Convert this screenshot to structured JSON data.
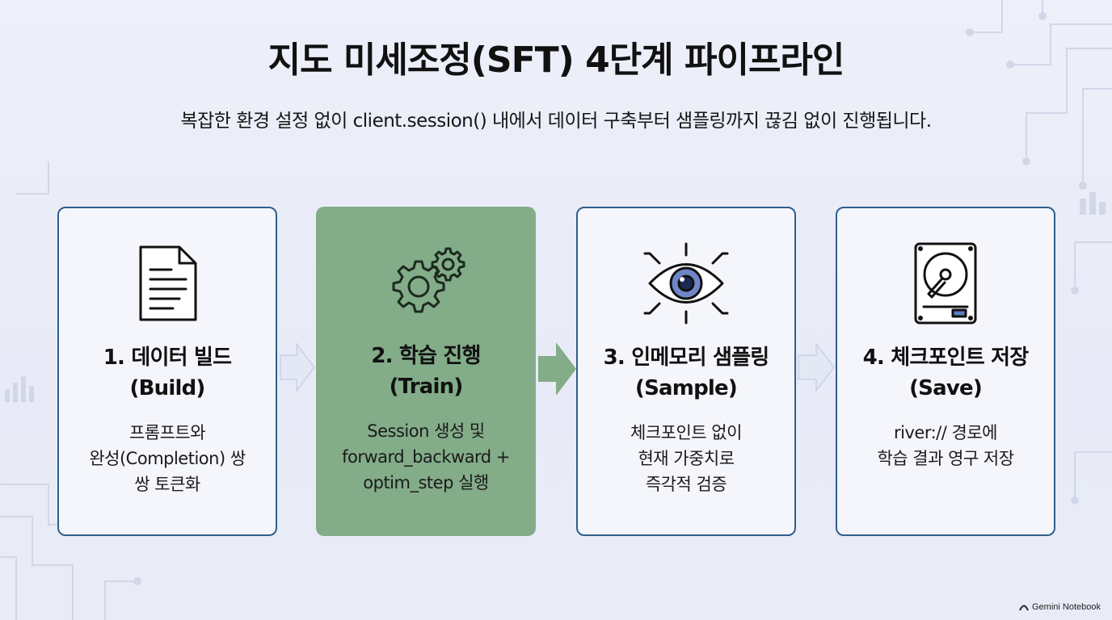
{
  "title": "지도 미세조정(SFT) 4단계 파이프라인",
  "subtitle": "복잡한 환경 설정 없이 client.session() 내에서 데이터 구축부터 샘플링까지 끊김 없이 진행됩니다.",
  "steps": [
    {
      "title_line1": "1. 데이터 빌드",
      "title_line2": "(Build)",
      "desc_line1": "프롬프트와",
      "desc_line2": "완성(Completion) 쌍",
      "desc_line3": "쌍 토큰화",
      "icon": "document-icon"
    },
    {
      "title_line1": "2. 학습 진행",
      "title_line2": "(Train)",
      "desc_line1": "Session 생성 및",
      "desc_line2": "forward_backward +",
      "desc_line3": "optim_step 실행",
      "icon": "gears-icon"
    },
    {
      "title_line1": "3. 인메모리 샘플링",
      "title_line2": "(Sample)",
      "desc_line1": "체크포인트 없이",
      "desc_line2": "현재 가중치로",
      "desc_line3": "즉각적 검증",
      "icon": "eye-icon"
    },
    {
      "title_line1": "4. 체크포인트 저장",
      "title_line2": "(Save)",
      "desc_line1": "river:// 경로에",
      "desc_line2": "학습 결과 영구 저장",
      "desc_line3": "",
      "icon": "hard-drive-icon"
    }
  ],
  "watermark": "Gemini Notebook",
  "colors": {
    "card_border": "#2f5e8d",
    "active_card": "#83ac88",
    "background": "#eceef8",
    "arrow_light": "#dfe6f3",
    "arrow_active": "#83ac88"
  }
}
